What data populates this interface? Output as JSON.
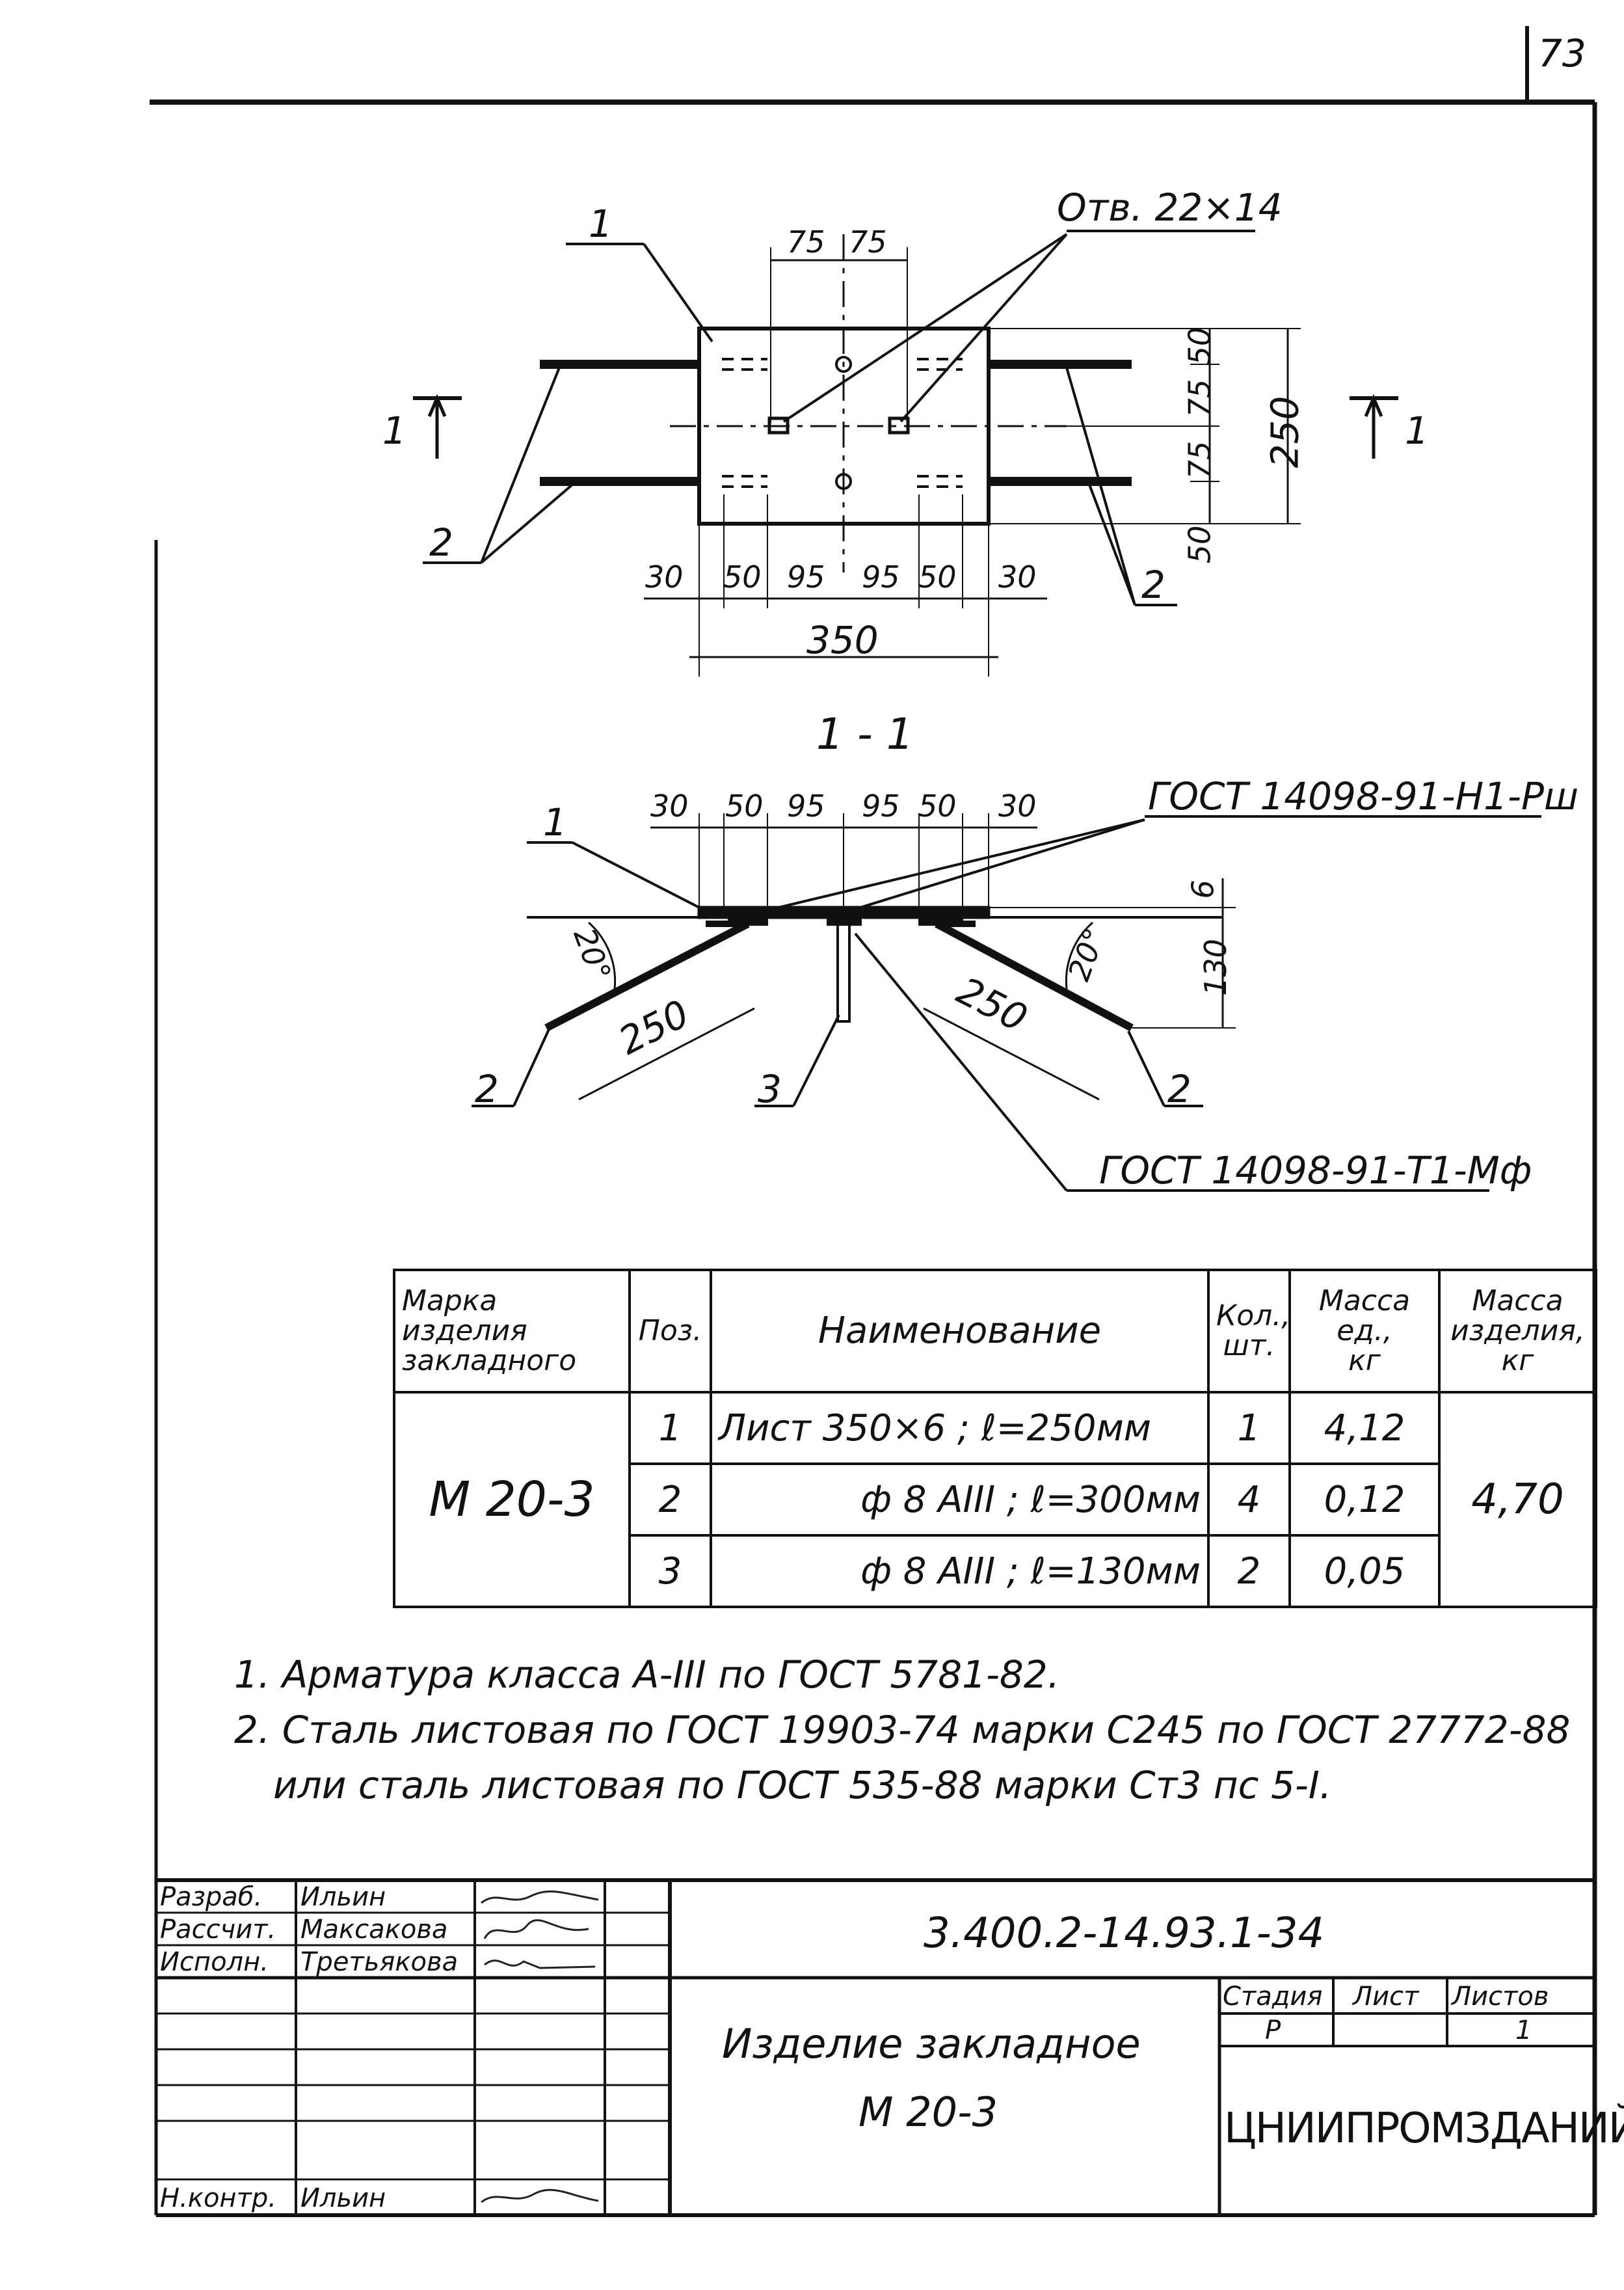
{
  "page_number": "73",
  "plan_view": {
    "hole_label": "Отв. 22×14",
    "pos1": "1",
    "pos2_left": "2",
    "pos2_right": "2",
    "section_mark_left": "1",
    "section_mark_right": "1",
    "top_dims": [
      "75",
      "75"
    ],
    "right_dims": [
      "50",
      "75",
      "75",
      "50"
    ],
    "overall_height": "250",
    "bottom_dims": [
      "30",
      "50",
      "95",
      "95",
      "50",
      "30"
    ],
    "overall_width": "350"
  },
  "section_view": {
    "title": "1 - 1",
    "top_dims": [
      "30",
      "50",
      "95",
      "95",
      "50",
      "30"
    ],
    "gost_top": "ГОСТ 14098-91-Н1-Рш",
    "gost_bottom": "ГОСТ 14098-91-Т1-Мф",
    "thickness": "6",
    "height": "130",
    "angle_left": "20°",
    "angle_right": "20°",
    "bar_len_left": "250",
    "bar_len_right": "250",
    "pos1": "1",
    "pos2_left": "2",
    "pos2_right": "2",
    "pos3": "3"
  },
  "spec_table": {
    "headers": {
      "mark": [
        "Марка",
        "изделия",
        "закладного"
      ],
      "pos": "Поз.",
      "name": "Наименование",
      "qty": [
        "Кол.,",
        "шт."
      ],
      "unit_mass": [
        "Масса",
        "ед.,",
        "кг"
      ],
      "item_mass": [
        "Масса",
        "изделия,",
        "кг"
      ]
    },
    "mark": "М 20-3",
    "total_mass": "4,70",
    "rows": [
      {
        "pos": "1",
        "name": "Лист 350×6 ; ℓ=250мм",
        "qty": "1",
        "mass": "4,12"
      },
      {
        "pos": "2",
        "name": "ф 8 АIII ; ℓ=300мм",
        "qty": "4",
        "mass": "0,12"
      },
      {
        "pos": "3",
        "name": "ф 8 АIII ; ℓ=130мм",
        "qty": "2",
        "mass": "0,05"
      }
    ]
  },
  "notes": [
    "1.  Арматура класса А-III по ГОСТ 5781-82.",
    "2.  Сталь листовая по ГОСТ 19903-74 марки С245 по ГОСТ 27772-88",
    "или сталь листовая по ГОСТ 535-88 марки Ст3 пс 5-I."
  ],
  "stamp": {
    "roles": [
      "Разраб.",
      "Рассчит.",
      "Исполн.",
      "Н.контр."
    ],
    "names": [
      "Ильин",
      "Максакова",
      "Третьякова",
      "Ильин"
    ],
    "document_code": "3.400.2-14.93.1-34",
    "item_title": "Изделие закладное",
    "item_mark": "М 20-3",
    "stage_header": "Стадия",
    "sheet_header": "Лист",
    "sheets_header": "Листов",
    "stage": "Р",
    "sheets": "1",
    "organization": "ЦНИИПРОМЗДАНИЙ"
  }
}
